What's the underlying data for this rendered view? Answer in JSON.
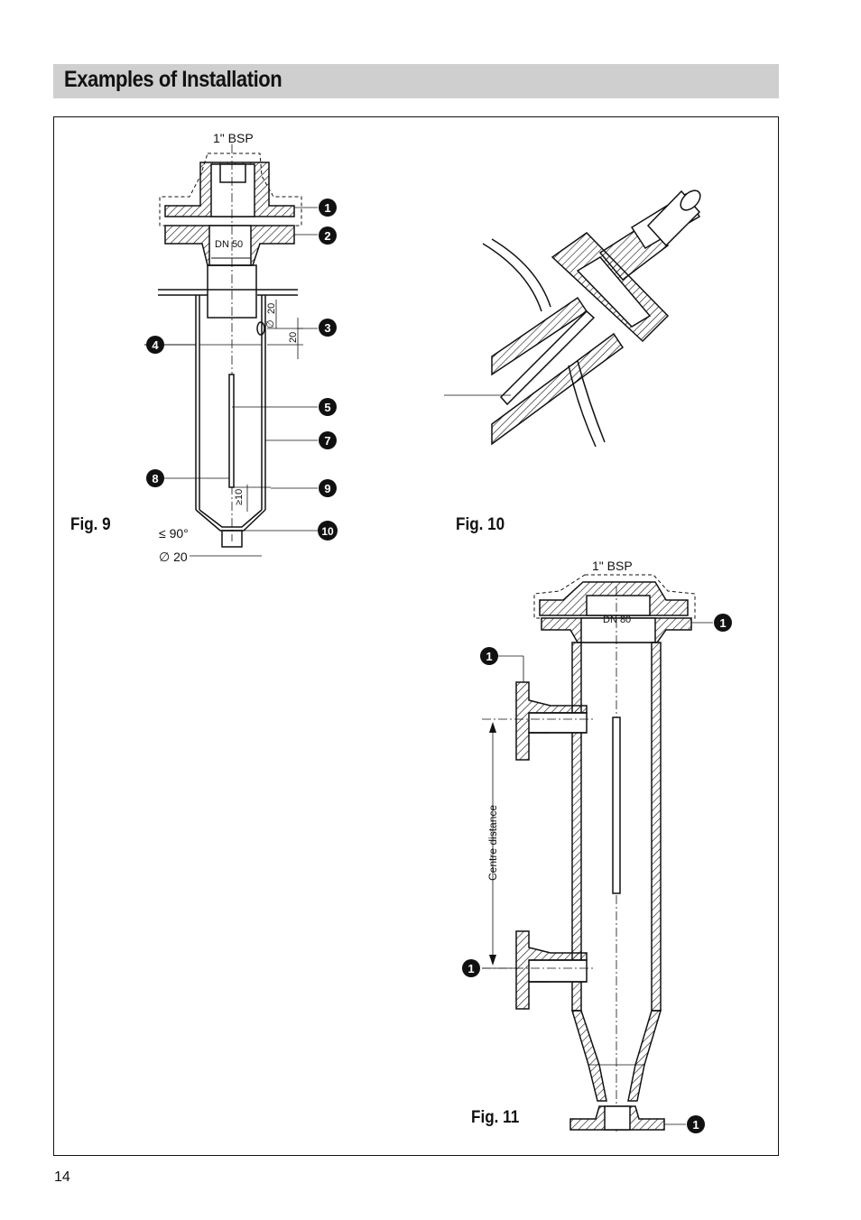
{
  "header": {
    "title": "Examples of Installation"
  },
  "figures": {
    "fig9": {
      "caption": "Fig. 9",
      "thread_label": "1\" BSP",
      "nominal_label": "DN 50",
      "dim_20_a": "20",
      "dim_20_b": "20",
      "dim_10": "≥10",
      "angle_label": "≤ 90°",
      "dia_label": "∅ 20",
      "dia_symbol": "∅",
      "callouts": [
        "1",
        "2",
        "3",
        "4",
        "5",
        "7",
        "8",
        "9",
        "10"
      ]
    },
    "fig10": {
      "caption": "Fig. 10"
    },
    "fig11": {
      "caption": "Fig. 11",
      "thread_label": "1\" BSP",
      "nominal_label": "DN 80",
      "centre_label": "Centre distance",
      "callouts": [
        "1",
        "1",
        "1",
        "1"
      ]
    }
  },
  "footer": {
    "page_number": "14"
  }
}
